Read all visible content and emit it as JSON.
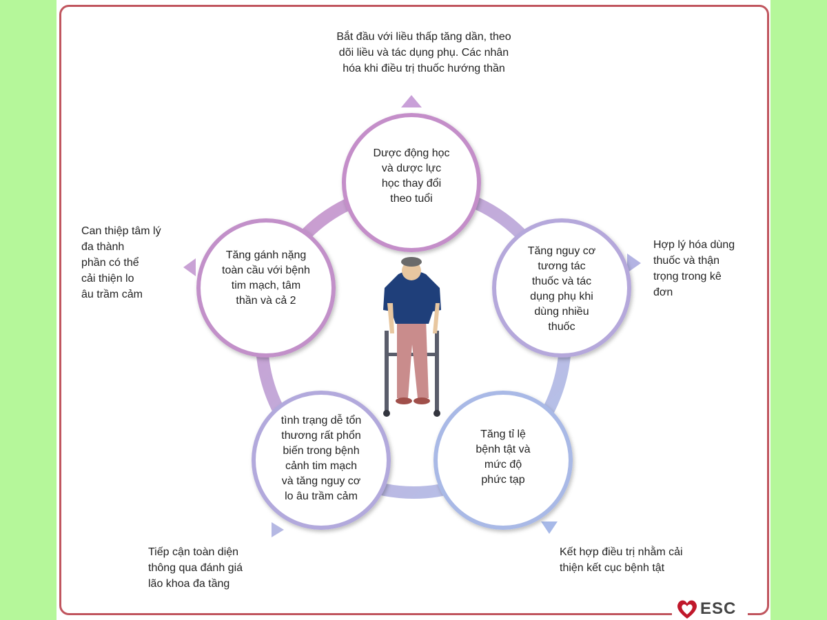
{
  "colors": {
    "background": "#b5f79a",
    "frame_border": "#c0555e",
    "circle_border_top": "#c58bc9",
    "circle_border_blue": "#a9b8e6",
    "ring": "#c8a9d6",
    "arrow_purple": "#c39bd3",
    "arrow_blue": "#a7b9e8"
  },
  "circles": [
    {
      "text": "Dược động học\nvà dược lực\nhọc thay đổi\ntheo tuổi"
    },
    {
      "text": "Tăng nguy cơ\ntương tác\nthuốc và tác\ndụng phụ khi\ndùng nhiều\nthuốc"
    },
    {
      "text": "Tăng tỉ lệ\nbệnh tật và\nmức độ\nphức tạp"
    },
    {
      "text": "tình trạng dễ tổn\nthương rất phổn\nbiến trong bệnh\ncảnh tim mạch\nvà tăng nguy cơ\nlo âu trầm cảm"
    },
    {
      "text": "Tăng gánh nặng\ntoàn cầu với bệnh\ntim mạch, tâm\nthần và cả 2"
    }
  ],
  "outer": [
    {
      "text": "Bắt đầu với liều thấp tăng dần, theo\ndõi liều và tác dụng phụ. Các nhân\nhóa khi điều trị thuốc hướng thần"
    },
    {
      "text": "Hợp lý hóa dùng\nthuốc và thận\ntrọng trong kê\nđơn"
    },
    {
      "text": "Kết hợp điều trị nhằm cải\nthiện kết cục bệnh tật"
    },
    {
      "text": "Tiếp cận toàn diện\nthông qua đánh giá\nlão khoa đa tầng"
    },
    {
      "text": "Can thiệp tâm lý\nđa thành\nphần có thể\ncải thiện lo\nâu trầm cảm"
    }
  ],
  "logo": {
    "text": "ESC"
  }
}
